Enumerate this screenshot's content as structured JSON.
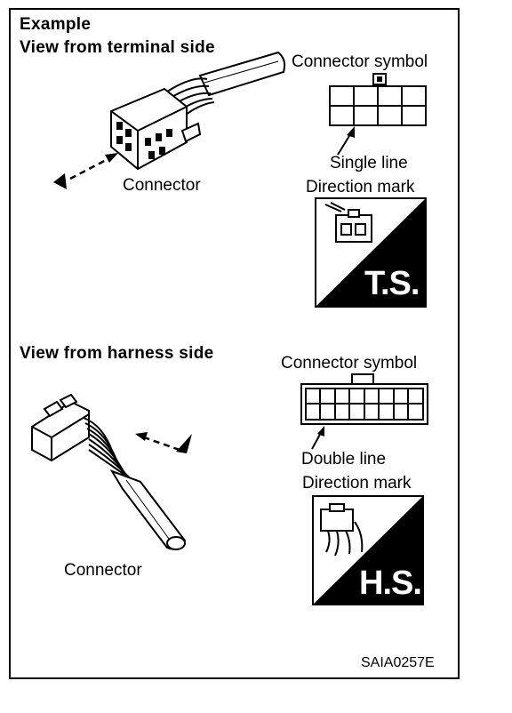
{
  "figure": {
    "example_label": "Example",
    "terminal_side": {
      "heading": "View from terminal side",
      "connector_label": "Connector",
      "symbol_label": "Connector symbol",
      "line_label": "Single line",
      "mark_label": "Direction mark",
      "badge": "T.S."
    },
    "harness_side": {
      "heading": "View from harness side",
      "connector_label": "Connector",
      "symbol_label": "Connector symbol",
      "line_label": "Double line",
      "mark_label": "Direction mark",
      "badge": "H.S."
    },
    "code": "SAIA0257E"
  }
}
